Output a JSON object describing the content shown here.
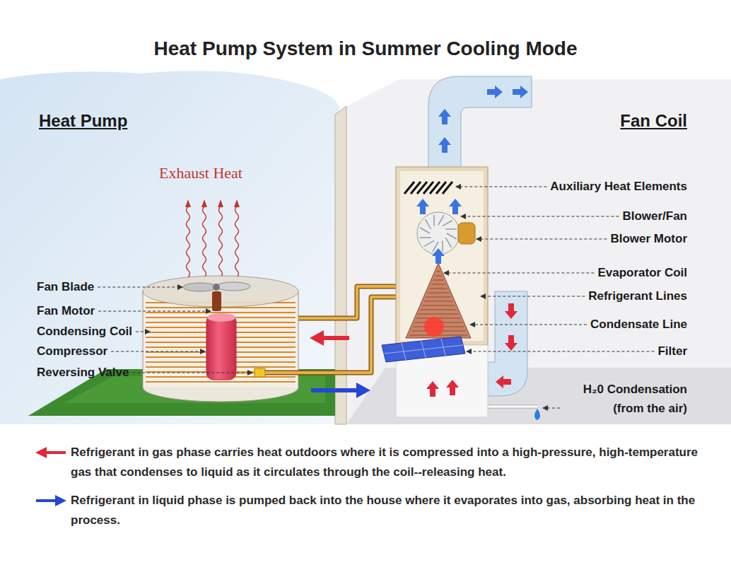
{
  "diagram": {
    "title": "Heat Pump System in Summer Cooling Mode",
    "labels": [
      "Heat Pump",
      "Fan Coil",
      "Exhaust Heat",
      "Auxiliary Heat Elements",
      "Blower/Fan",
      "Blower Motor",
      "Fan Blade",
      "Evaporator Coil",
      "Fan Motor",
      "Refrigerant Lines",
      "Condensing Coil",
      "Compressor",
      "Condensate Line",
      "Reversing Valve",
      "Filter",
      "H₂0 Condensation (from the air)"
    ],
    "legend": [
      {
        "text": "Refrigerant in gas phase carries heat outdoors where it is compressed into a high-pressure, high-temperature gas that condenses to liquid as it circulates through the coil--releasing heat."
      },
      {
        "text": "Refrigerant in liquid phase is pumped back into the house where it evaporates into gas, absorbing heat in the process."
      }
    ]
  }
}
